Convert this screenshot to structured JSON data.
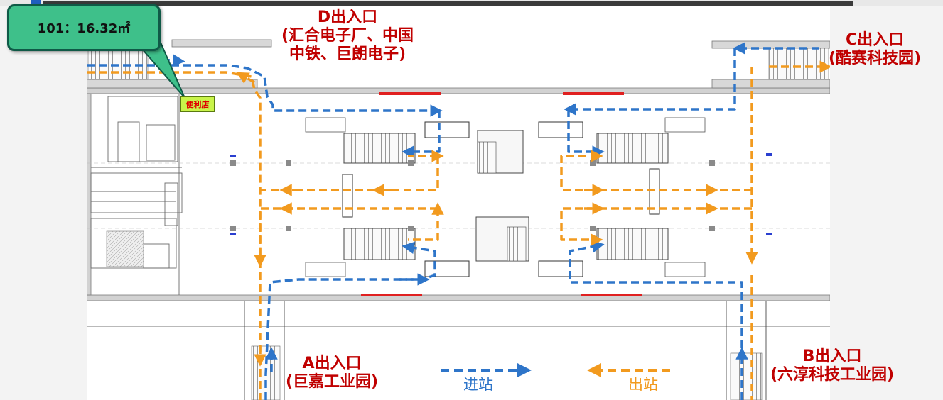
{
  "callout": {
    "text": "101：16.32㎡"
  },
  "store": {
    "label": "便利店"
  },
  "exits": {
    "D": {
      "lines": [
        "D出入口",
        "(汇合电子厂、中国",
        "中铁、巨朗电子)"
      ]
    },
    "C": {
      "lines": [
        "C出入口",
        "(酷赛科技园)"
      ]
    },
    "A": {
      "lines": [
        "A出入口",
        "(巨嘉工业园)"
      ]
    },
    "B": {
      "lines": [
        "B出入口",
        "(六淳科技工业园)"
      ]
    }
  },
  "legend": {
    "entry": {
      "label": "进站",
      "color": "#2e75c9"
    },
    "exit": {
      "label": "出站",
      "color": "#f29a1e"
    }
  },
  "colors": {
    "label_red": "#c00000",
    "wall": "#a8a8a8",
    "callout_fill": "#3ec08a",
    "store_fill": "#c9f44a",
    "red_bar": "#e02020"
  }
}
